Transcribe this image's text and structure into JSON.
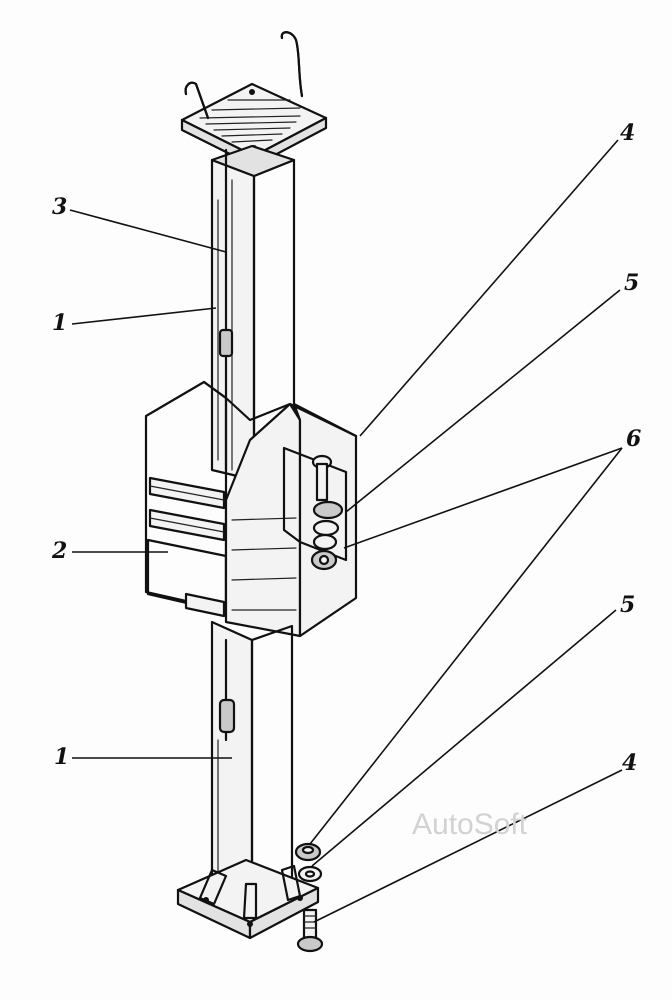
{
  "watermark": "AutoSoft",
  "callouts": {
    "c1_upper": "1",
    "c1_lower": "1",
    "c2": "2",
    "c3": "3",
    "c4_upper": "4",
    "c4_lower": "4",
    "c5_upper": "5",
    "c5_lower": "5",
    "c6": "6"
  }
}
